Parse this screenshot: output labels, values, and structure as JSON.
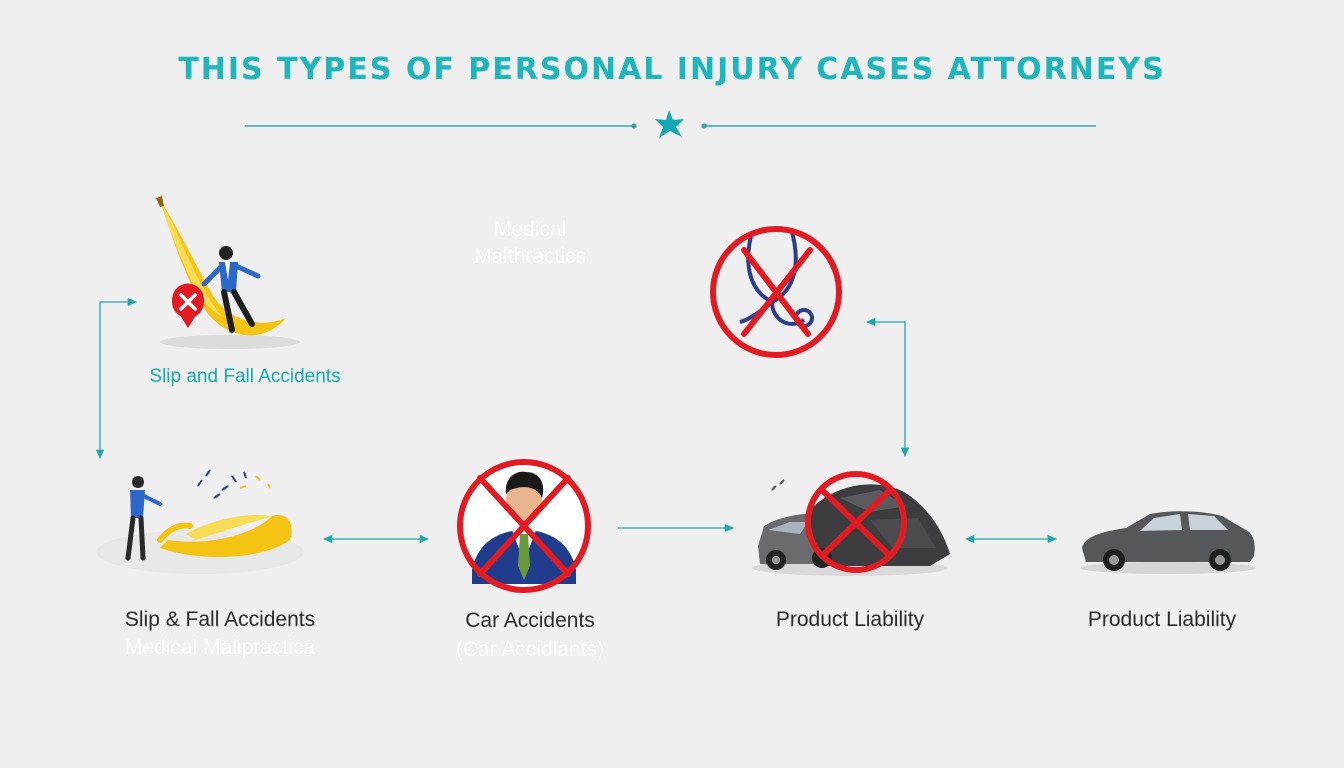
{
  "header": {
    "title": "THIS TYPES OF PERSONAL INJURY CASES ATTORNEYS"
  },
  "captions": {
    "slip_fall_top": "Slip and Fall Accidents",
    "medical_ghost_line1": "Medical",
    "medical_ghost_line2": "Malthractics",
    "slip_fall_bottom": "Slip & Fall Accidents",
    "slip_fall_ghost": "Medical Malipractica",
    "car_accidents": "Car Accidents",
    "car_accidents_ghost": "(Car Accidlants)",
    "product_liability_1": "Product Liability",
    "product_liability_2": "Product Liability"
  },
  "colors": {
    "accent": "#1fb5bd",
    "prohibit_red": "#e21b23",
    "banana_yellow": "#f6c514",
    "suit_blue": "#2b5fb8",
    "car_gray": "#5b5b5e"
  },
  "icons": [
    "star-ornament-icon",
    "banana-slip-icon",
    "stethoscope-prohibited-icon",
    "banana-fall-icon",
    "person-prohibited-icon",
    "car-wreck-prohibited-icon",
    "sedan-car-icon"
  ]
}
